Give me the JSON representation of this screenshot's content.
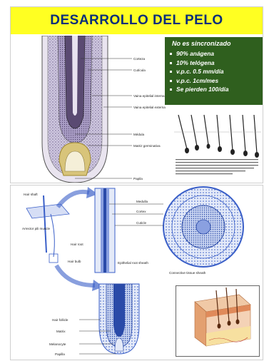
{
  "slide_top": {
    "title": "DESARROLLO DEL PELO",
    "panel_header": "No es sincronizado",
    "bullets": [
      "90% anágena",
      "10% telógena",
      "v.p.c. 0.5 mm/día",
      "v.p.c. 1cm/mes",
      "Se pierden 100/día"
    ],
    "follicle_labels": [
      "Corteza",
      "Cutícula",
      "Vaina epitelial interna",
      "Vaina epitelial externa",
      "Médula",
      "Matriz germinativa",
      "Papila"
    ]
  },
  "slide_bottom": {
    "labels": {
      "hair_shaft": "Hair shaft",
      "arrector": "Arrector pili muscle",
      "hair_root": "Hair root",
      "hair_bulb": "Hair bulb",
      "medulla": "Medulla",
      "cortex": "Cortex",
      "cuticle": "Cuticle",
      "epithelial_root_sheath": "Epithelial root sheath",
      "connective_tissue_sheath": "Connective tissue sheath",
      "hair_follicle": "Hair follicle",
      "matrix": "Matrix",
      "melanocyte": "Melanocyte",
      "papilla": "Papilla"
    }
  },
  "colors": {
    "title_bg": "#ffff22",
    "title_text": "#0a2e7a",
    "panel_bg": "#2f5f1e",
    "panel_text": "#ffffff",
    "diagram_blue": "#3a5fc8"
  }
}
